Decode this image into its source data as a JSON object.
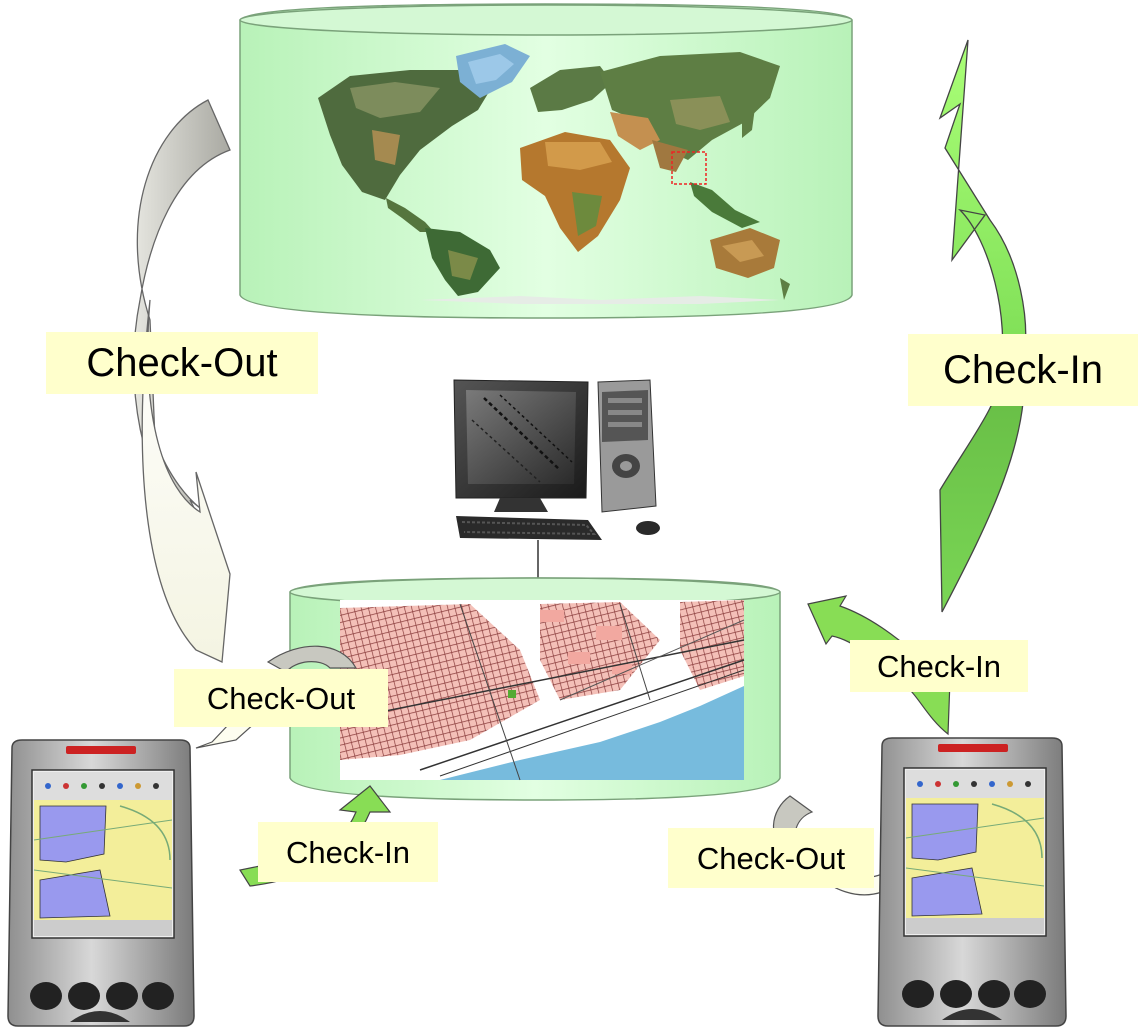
{
  "labels": {
    "checkout_left": "Check-Out",
    "checkin_right": "Check-In",
    "checkout_mid": "Check-Out",
    "checkin_mid_right": "Check-In",
    "checkin_bottom": "Check-In",
    "checkout_bottom_right": "Check-Out"
  },
  "colors": {
    "cylinder_fill": "#ccffcc",
    "label_bg": "#ffffcc",
    "arrow_gray": "#c8c8c0",
    "arrow_white": "#fdfdf0",
    "arrow_green_light": "#99ee66",
    "arrow_green_dark": "#77cc55",
    "road_red": "#cc7777",
    "water_blue": "#77bbdd"
  },
  "icons": [
    "world-map-image",
    "city-map-image",
    "desktop-computer-image",
    "handheld-device-left-image",
    "handheld-device-right-image"
  ]
}
